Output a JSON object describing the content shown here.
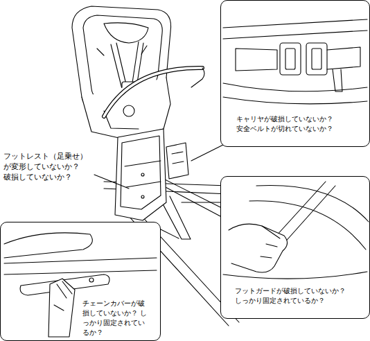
{
  "diagram": {
    "nodes": [
      {
        "text": [
          "キャリヤが破損していないか？ 安全ベルトが切れていないか？"
        ]
      },
      {
        "text": [
          "フットガードが破損していないか？ しっかり固定されているか？"
        ]
      },
      {
        "text": [
          "チェーンカバーが破損していないか？ しっかり固定されているか？"
        ]
      }
    ],
    "labels": [
      "フットレスト（足乗せ） が変形していないか？ 破損していないか？"
    ]
  }
}
